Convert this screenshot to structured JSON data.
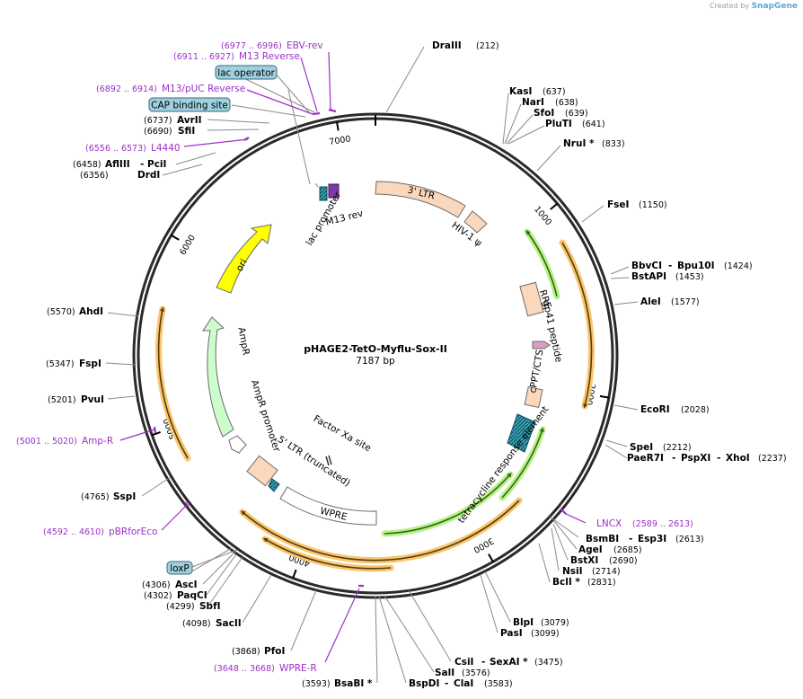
{
  "app": {
    "credit_prefix": "Created by",
    "credit_brand": "SnapGene"
  },
  "plasmid": {
    "name": "pHAGE2-TetO-Myflu-Sox-II",
    "size_label": "7187 bp"
  },
  "ticks": [
    "1000",
    "2000",
    "3000",
    "4000",
    "5000",
    "6000",
    "7000"
  ],
  "enzymes": {
    "draiii": {
      "name": "DraIII",
      "pos": "(212)"
    },
    "kasi": {
      "name": "KasI",
      "pos": "(637)"
    },
    "nari": {
      "name": "NarI",
      "pos": "(638)"
    },
    "sfoi": {
      "name": "SfoI",
      "pos": "(639)"
    },
    "pluti": {
      "name": "PluTI",
      "pos": "(641)"
    },
    "nrui": {
      "name": "NruI *",
      "pos": "(833)"
    },
    "fsei": {
      "name": "FseI",
      "pos": "(1150)"
    },
    "bbvci": {
      "name": "BbvCI",
      "sep": "-",
      "name2": "Bpu10I",
      "pos": "(1424)"
    },
    "bstapi": {
      "name": "BstAPI",
      "pos": "(1453)"
    },
    "alei": {
      "name": "AleI",
      "pos": "(1577)"
    },
    "ecori": {
      "name": "EcoRI",
      "pos": "(2028)"
    },
    "spei": {
      "name": "SpeI",
      "pos": "(2212)"
    },
    "paer7i": {
      "name": "PaeR7I",
      "sep": "-",
      "name2": "PspXI",
      "sep2": "-",
      "name3": "XhoI",
      "pos": "(2237)"
    },
    "bsmbi": {
      "name": "BsmBI",
      "sep": "-",
      "name2": "Esp3I",
      "pos": "(2613)"
    },
    "agei": {
      "name": "AgeI",
      "pos": "(2685)"
    },
    "bstxi": {
      "name": "BstXI",
      "pos": "(2690)"
    },
    "nsii": {
      "name": "NsiI",
      "pos": "(2714)"
    },
    "bcli": {
      "name": "BclI *",
      "pos": "(2831)"
    },
    "blpi": {
      "name": "BlpI",
      "pos": "(3079)"
    },
    "pasi": {
      "name": "PasI",
      "pos": "(3099)"
    },
    "csii": {
      "name": "CsiI",
      "sep": "-",
      "name2": "SexAI *",
      "pos": "(3475)"
    },
    "sali": {
      "name": "SalI",
      "pos": "(3576)"
    },
    "bspdi": {
      "name": "BspDI",
      "sep": "-",
      "name2": "ClaI",
      "pos": "(3583)"
    },
    "bsabi": {
      "name": "BsaBI *",
      "pos": "(3593)"
    },
    "pfoi": {
      "name": "PfoI",
      "pos": "(3868)"
    },
    "saci": {
      "name": "SacII",
      "pos": "(4098)"
    },
    "sbfi": {
      "name": "SbfI",
      "pos": "(4299)"
    },
    "paqci": {
      "name": "PaqCI",
      "pos": "(4302)"
    },
    "asci": {
      "name": "AscI",
      "pos": "(4306)"
    },
    "sspi": {
      "name": "SspI",
      "pos": "(4765)"
    },
    "pvui": {
      "name": "PvuI",
      "pos": "(5201)"
    },
    "fspi": {
      "name": "FspI",
      "pos": "(5347)"
    },
    "ahdi": {
      "name": "AhdI",
      "pos": "(5570)"
    },
    "drdi": {
      "name": "DrdI",
      "pos": "(6356)"
    },
    "afliii": {
      "name": "AflIII",
      "sep": "-",
      "name2": "PciI",
      "pos": "(6458)"
    },
    "sfii": {
      "name": "SfiI",
      "pos": "(6690)"
    },
    "avrii": {
      "name": "AvrII",
      "pos": "(6737)"
    }
  },
  "primers": {
    "ebv": {
      "name": "EBV-rev",
      "pos": "(6977 .. 6996)"
    },
    "m13r": {
      "name": "M13 Reverse",
      "pos": "(6911 .. 6927)"
    },
    "m13puc": {
      "name": "M13/pUC Reverse",
      "pos": "(6892 .. 6914)"
    },
    "l4440": {
      "name": "L4440",
      "pos": "(6556 .. 6573)"
    },
    "lncx": {
      "name": "LNCX",
      "pos": "(2589 .. 2613)"
    },
    "ampr": {
      "name": "Amp-R",
      "pos": "(5001 .. 5020)"
    },
    "pbr": {
      "name": "pBRforEco",
      "pos": "(4592 .. 4610)"
    },
    "wpre": {
      "name": "WPRE-R",
      "pos": "(3648 .. 3668)"
    }
  },
  "boxed_labels": {
    "lac_operator": "lac operator",
    "cap_site": "CAP binding site",
    "loxp": "loxP"
  },
  "features": {
    "ltr3": "3' LTR",
    "hiv": "HIV-1 ψ",
    "rre": "RRE",
    "gp41": "gp41 peptide",
    "cppt": "cPPT/CTS",
    "tre": "tetracycline response element",
    "wpre": "WPRE",
    "factorxa": "Factor Xa site",
    "ltr5": "5' LTR (truncated)",
    "ampr_prom": "AmpR promoter",
    "ampr": "AmpR",
    "ori": "ori",
    "lacprom": "lac promoter",
    "m13rev": "M13 rev"
  },
  "colors": {
    "primer": "#9b30c6",
    "ltr": "#fbd8bb",
    "ori": "#ffff00",
    "ampr": "#cdfccd",
    "orf_orange": "#f7c66f",
    "orf_green": "#b8f08a",
    "tre": "#39a0b4",
    "label_box": "#9fd0df"
  }
}
